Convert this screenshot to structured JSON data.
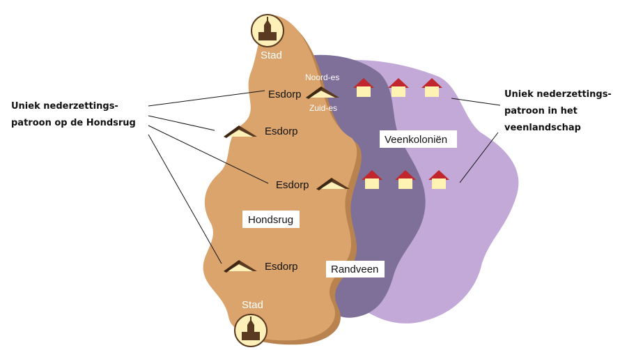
{
  "callout_left": [
    "Uniek nederzettings-",
    "patroon op de Hondsrug"
  ],
  "callout_right": [
    "Uniek nederzettings-",
    "patroon in het",
    "veenlandschap"
  ],
  "labels": {
    "stad_top": "Stad",
    "stad_bottom": "Stad",
    "noord_es": "Noord-es",
    "zuid_es": "Zuid-es",
    "esdorp_1": "Esdorp",
    "esdorp_2": "Esdorp",
    "esdorp_3": "Esdorp",
    "esdorp_4": "Esdorp",
    "hondsrug": "Hondsrug",
    "randveen": "Randveen",
    "veenkolonien": "Veenkoloniën"
  },
  "colors": {
    "hondsrug": "#dba46c",
    "hondsrug_shadow": "#b8834f",
    "randveen": "#7e7099",
    "veenkolonien": "#c3a9d8",
    "roof_dark": "#5a3a20",
    "house_roof": "#c0262c",
    "house_wall": "#fff3b3",
    "town_circle": "#fdf0b8",
    "town_icon": "#5a3a20"
  }
}
